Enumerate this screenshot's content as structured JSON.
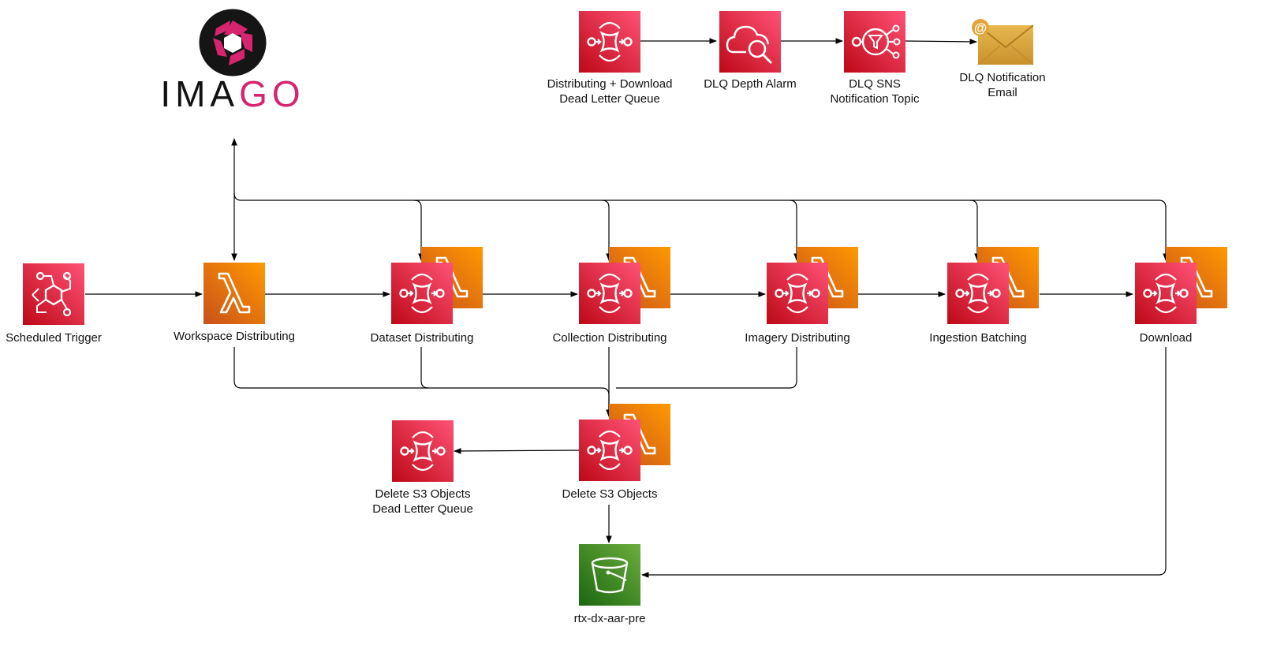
{
  "logo": {
    "part1": "IMA",
    "part2": "GO"
  },
  "nodes": {
    "dlq_queue": {
      "label_1": "Distributing + Download",
      "label_2": "Dead Letter Queue",
      "icon": "sqs-icon"
    },
    "dlq_alarm": {
      "label": "DLQ Depth Alarm",
      "icon": "cloudwatch-alarm-icon"
    },
    "dlq_sns": {
      "label_1": "DLQ SNS",
      "label_2": "Notification Topic",
      "icon": "sns-icon"
    },
    "dlq_email": {
      "label_1": "DLQ Notification",
      "label_2": "Email",
      "icon": "email-icon"
    },
    "scheduled_trigger": {
      "label": "Scheduled Trigger",
      "icon": "eventbridge-icon"
    },
    "workspace_distributing": {
      "label": "Workspace Distributing",
      "icon": "lambda-icon"
    },
    "dataset_distributing": {
      "label": "Dataset Distributing",
      "icon": "sqs-lambda-icon"
    },
    "collection_distributing": {
      "label": "Collection Distributing",
      "icon": "sqs-lambda-icon"
    },
    "imagery_distributing": {
      "label": "Imagery Distributing",
      "icon": "sqs-lambda-icon"
    },
    "ingestion_batching": {
      "label": "Ingestion Batching",
      "icon": "sqs-lambda-icon"
    },
    "download": {
      "label": "Download",
      "icon": "sqs-lambda-icon"
    },
    "delete_s3_dlq": {
      "label_1": "Delete S3 Objects",
      "label_2": "Dead Letter Queue",
      "icon": "sqs-icon"
    },
    "delete_s3": {
      "label": "Delete S3 Objects",
      "icon": "sqs-lambda-icon"
    },
    "bucket": {
      "label": "rtx-dx-aar-pre",
      "icon": "s3-bucket-icon"
    }
  },
  "colors": {
    "sqs_pink": "#e7157b",
    "lambda_orange": "#ed7100",
    "s3_green": "#3f8624",
    "email_gold": "#d9a441",
    "logo_pink": "#d6246e"
  }
}
